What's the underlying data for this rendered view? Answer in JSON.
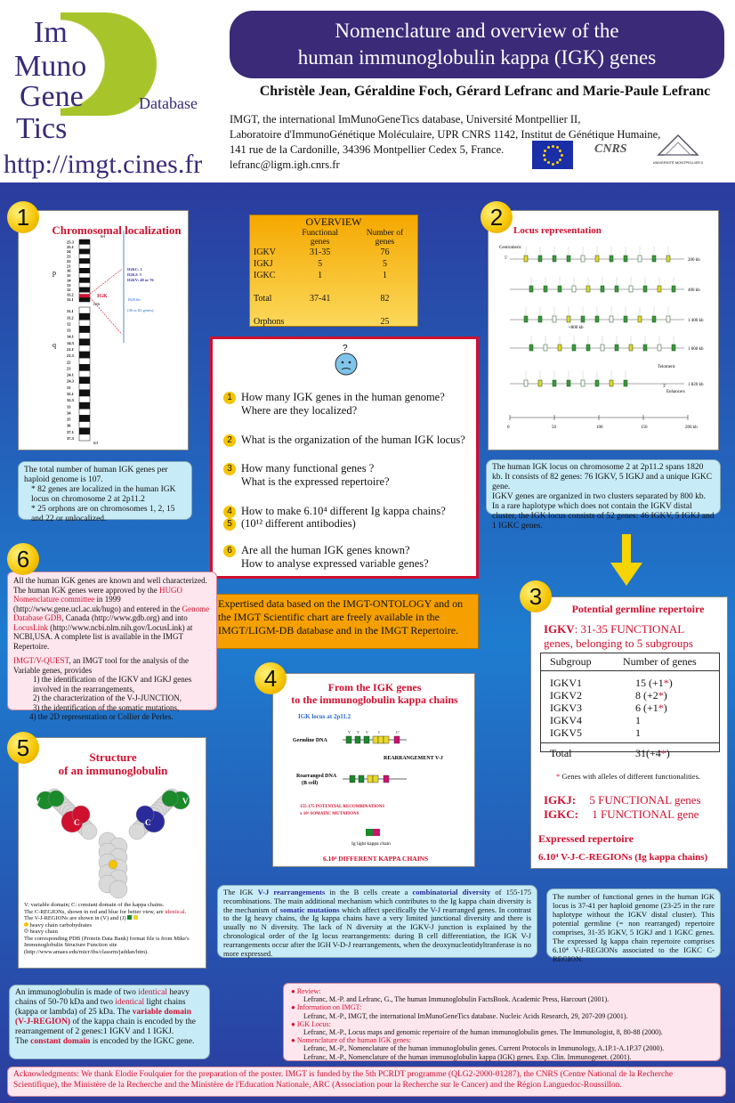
{
  "header": {
    "logo_lines": [
      [
        "Im",
        ""
      ],
      [
        "Muno",
        ""
      ],
      [
        "Gene",
        ""
      ],
      [
        "Tics",
        ""
      ]
    ],
    "logo_database": "Database",
    "url": "http://imgt.cines.fr",
    "title_line1": "Nomenclature and overview of the",
    "title_line2": "human immunoglobulin kappa (IGK) genes",
    "authors": "Christèle Jean, Géraldine Foch, Gérard Lefranc and Marie-Paule Lefranc",
    "affiliation": [
      "IMGT, the international ImMunoGeneTics database, Université Montpellier II,",
      "Laboratoire d'ImmunoGénétique Moléculaire, UPR CNRS 1142, Institut de Génétique Humaine,",
      "141 rue de la Cardonille, 34396 Montpellier Cedex 5, France.",
      "lefranc@ligm.igh.cnrs.fr"
    ],
    "cnrs_logo": "CNRS",
    "um_logo": "UNIVERSITÉ MONTPELLIER II"
  },
  "section1": {
    "number": "1",
    "title": "Chromosomal localization",
    "tel": "tel",
    "cen": "cen",
    "chrom_number": "2",
    "p_label": "p",
    "q_label": "q",
    "igk_label": "IGK",
    "bands_p": [
      "25.3",
      "25.1",
      "24",
      "23",
      "22",
      "21",
      "16",
      "15",
      "14",
      "13",
      "12",
      "11.2",
      "11.1"
    ],
    "bands_q": [
      "11.1",
      "11.2",
      "12",
      "13",
      "14.1",
      "14.3",
      "21.1",
      "21.3",
      "22",
      "23",
      "24.1",
      "24.3",
      "31",
      "32.1",
      "32.3",
      "33",
      "34",
      "35",
      "36",
      "37.1",
      "37.3"
    ],
    "igk_info": [
      "IGKC: 1",
      "IGKJ: 5",
      "IGKV: 40 or 76"
    ],
    "kb": "1820 kb",
    "genes_note": "(46 or 82 genes)",
    "text_intro": "The total number of human IGK genes per haploid genome is 107.",
    "bullets": [
      "82 genes are localized in the human IGK locus on chromosome 2 at 2p11.2",
      "25 orphons are on chromosomes 1, 2, 15 and 22 or unlocalized."
    ]
  },
  "overview": {
    "title": "OVERVIEW",
    "headers": [
      "",
      "Functional genes",
      "Number of genes"
    ],
    "rows": [
      [
        "IGKV",
        "31-35",
        "76"
      ],
      [
        "IGKJ",
        "5",
        "5"
      ],
      [
        "IGKC",
        "1",
        "1"
      ],
      [
        "",
        "",
        " "
      ],
      [
        "Total",
        "37-41",
        "82"
      ],
      [
        "",
        "",
        " "
      ],
      [
        "Orphons",
        "",
        "25"
      ]
    ]
  },
  "questions": [
    {
      "n": "1",
      "lines": [
        "How many IGK genes in the human genome?",
        "Where are they localized?"
      ]
    },
    {
      "n": "2",
      "lines": [
        "What is the organization of the human IGK locus?"
      ]
    },
    {
      "n": "3",
      "lines": [
        "How many functional genes ?",
        "What is the expressed repertoire?"
      ]
    },
    {
      "n": "4",
      "lines": [
        "How to make 6.10⁴ different Ig kappa chains?"
      ]
    },
    {
      "n": "5",
      "lines": [
        "(10¹² different antibodies)"
      ]
    },
    {
      "n": "6",
      "lines": [
        "Are all the human IGK genes known?",
        "How to analyse expressed variable genes?"
      ]
    }
  ],
  "expertised": "Expertised data based on the IMGT-ONTOLOGY and on the IMGT Scientific chart are freely available in the IMGT/LIGM-DB database and in the IMGT Repertoire.",
  "section2": {
    "number": "2",
    "title": "Locus representation",
    "centromeric": "Centromeric",
    "telomeric": "Telomeric",
    "enhancers": "Enhancers",
    "kb_labels": [
      "200 kb",
      "400 kb",
      "1 400 kb",
      "1 600 kb",
      "1 820 kb"
    ],
    "kb_800": "≈800 kb",
    "scale": [
      "0",
      "50",
      "100",
      "150",
      "200 kb"
    ],
    "five_prime": "5'",
    "three_prime": "3'",
    "text": [
      "The human IGK locus on chromosome 2 at 2p11.2 spans 1820 kb. It consists of 82 genes: 76 IGKV, 5 IGKJ and a unique IGKC gene.",
      "IGKV genes are organized in two clusters separated by 800 kb.",
      "In a rare haplotype which does not contain the IGKV distal cluster, the IGK locus consists of 52 genes: 46 IGKV, 5 IGKJ and 1 IGKC genes."
    ]
  },
  "section3": {
    "number": "3",
    "title": "Potential germline repertoire",
    "igkv_label": "IGKV",
    "igkv_line1": ": 31-35 FUNCTIONAL",
    "igkv_line2": "genes, belonging to 5 subgroups",
    "table_headers": [
      "Subgroup",
      "Number of genes"
    ],
    "rows": [
      [
        "IGKV1",
        "15 (+1",
        ")"
      ],
      [
        "IGKV2",
        "8 (+2",
        ")"
      ],
      [
        "IGKV3",
        "6 (+1",
        ")"
      ],
      [
        "IGKV4",
        "1",
        ""
      ],
      [
        "IGKV5",
        "1",
        ""
      ]
    ],
    "total": [
      "Total",
      "31(+4",
      ")"
    ],
    "star": "*",
    "footnote": "Genes with alleles of different functionalities.",
    "igkj": "IGKJ:",
    "igkj_text": "5 FUNCTIONAL genes",
    "igkc": "IGKC:",
    "igkc_text": "1 FUNCTIONAL gene",
    "expressed_title": "Expressed repertoire",
    "expressed": "6.10⁴ V-J-C-REGIONs (Ig kappa chains)",
    "text": "The number of functional genes in the human IGK locus is 37-41 per haploid genome (23-25 in the rare haplotype without the IGKV distal cluster). This potential germline (= non rearranged) repertoire comprises, 31-35 IGKV, 5 IGKJ and 1 IGKC genes. The expressed Ig kappa chain repertoire comprises 6.10⁴ V-J-REGIONs associated to the IGKC C-REGION."
  },
  "section4": {
    "number": "4",
    "title_line1": "From the IGK genes",
    "title_line2": "to the immunoglobulin kappa chains",
    "locus": "IGK locus at 2p11.2",
    "germline": "Germline DNA",
    "rearrangement": "REARRANGEMENT V-J",
    "rearranged": "Rearranged DNA",
    "bcell": "(B cell)",
    "recomb_line1": "155-175 POTENTIAL RECOMBINATIONS",
    "recomb_line2": "x 10³ SOMATIC MUTATIONS",
    "light_chain": "Ig light kappa chain",
    "different": "6.10⁴ DIFFERENT KAPPA CHAINS",
    "v": "V",
    "j": "J",
    "c": "C'"
  },
  "section5": {
    "number": "5",
    "title_line1": "Structure",
    "title_line2": "of an immunoglobulin",
    "legend": [
      "V: variable domain; C: constant domain of the kappa chains.",
      "The C-REGIONs, shown in red and blue for better view, are identical.",
      "The V-J-REGIONs are shown in (V) and (J)",
      "heavy chain carbohydrates",
      "heavy chain",
      "The corresponding PDB (Protein Data Bank) format file is from Mike's Immunoglobulin Structure Function site (http://www.amaes.edu/micr/ibs/classrm/jaddan/htm)."
    ],
    "red_word": "identical",
    "text_parts": [
      "An immunoglobulin is made of two ",
      "identical",
      " heavy chains of 50-70 kDa and two ",
      "identical",
      " light chains (kappa or lambda) of 25 kDa. The ",
      "variable domain (V-J-REGION)",
      " of the kappa chain is encoded by the rearrangement of 2 genes:1 IGKV and 1 IGKJ.",
      "The ",
      "constant domain",
      " is encoded by the IGKC gene."
    ],
    "chain_labels": [
      "V",
      "C",
      "V",
      "C"
    ]
  },
  "section6": {
    "number": "6",
    "p1_parts": [
      "All the human IGK genes are known and well characterized. The human IGK genes were approved by the ",
      "HUGO Nomenclature committee",
      " in 1999 (http://www.gene.ucl.ac.uk/hugo) and entered in the ",
      "Genome Database GDB",
      ", Canada (http://www.gdb.org) and into ",
      "LocusLink",
      " (http://www.ncbi.nlm.nih.gov/LocusLink) at NCBI,USA. A complete list is available in the IMGT Repertoire."
    ],
    "p2_red": "IMGT/V-QUEST",
    "p2": ", an IMGT tool for the analysis of the Variable genes, provides",
    "list": [
      "1) the identification of the IGKV and IGKJ genes involved in the rearrangements,",
      "2) the characterization of the V-J-JUNCTION,",
      "3) the identification of the somatic mutations,",
      "4) the 2D representation or Collier de Perles."
    ]
  },
  "vj_text_parts": [
    "The IGK ",
    "V-J rearrangements",
    " in the B cells create a ",
    "combinatorial diversity",
    " of 155-175 recombinations. The main additional mechanism which contributes to the Ig kappa chain diversity is the mechanism of ",
    "somatic mutations",
    " which affect specifically the V-J rearranged genes. In contrast to the Ig heavy chains, the Ig kappa chains have a very limited junctional diversity and there is usually no N diversity. The lack of N diversity at the IGKV-J junction is explained by the chronological order of the Ig locus rearrangements: during B cell differentiation, the IGK V-J rearrangements occur after the IGH V-D-J rearrangements, when the deoxynucleotidyltranferase is no more expressed."
  ],
  "references": [
    {
      "head": "Review:",
      "lines": [
        "Lefranc, M.-P. and Lefranc, G., The human Immunoglobulin FactsBook. Academic Press, Harcourt (2001)."
      ]
    },
    {
      "head": "Information on IMGT:",
      "lines": [
        "Lefranc, M.-P., IMGT, the international ImMunoGeneTics database. Nucleic Acids Research, 29, 207-209 (2001)."
      ]
    },
    {
      "head": "IGK Locus:",
      "lines": [
        "Lefranc, M.-P., Locus maps and genomic repertoire of the human immunoglobulin genes. The Immunologist, 8, 80-88 (2000)."
      ]
    },
    {
      "head": "Nomenclature of the human IGK genes:",
      "lines": [
        "Lefranc, M.-P., Nomenclature of the human immunoglobulin genes. Current Protocols in Immunology, A.1P.1-A.1P.37 (2000).",
        "Lefranc, M.-P., Nomenclature of the human immunoglobulin kappa (IGK) genes. Exp. Clin. Immunogenet. (2001)."
      ]
    }
  ],
  "acknowledgments": "Acknowledgments: We thank Elodie Foulquier for the preparation of the poster. IMGT is funded by the 5th PCRDT programme (QLG2-2000-01287), the CNRS (Centre National de la Recherche Scientifique), the Ministère de la Recherche and the Ministère de l'Education Nationale, ARC (Association pour la Recherche sur le Cancer) and the Région Languedoc-Roussillon.",
  "colors": {
    "title_bg": "#3a2a78",
    "accent_red": "#d0102f",
    "logo_green": "#a7c52a",
    "badge": "#f5c400"
  }
}
